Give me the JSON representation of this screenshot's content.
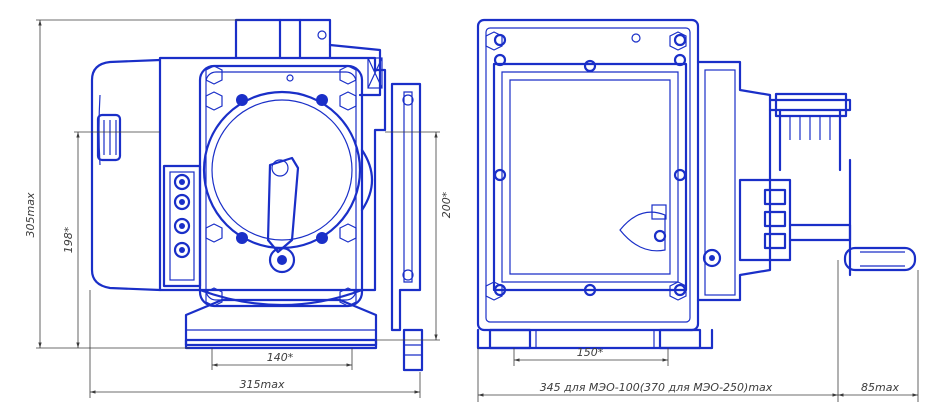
{
  "colors": {
    "line": "#1a2fc8",
    "dimension": "#3c3c3c",
    "background": "#ffffff"
  },
  "dimensions": {
    "height_max": "305max",
    "height_198": "198*",
    "height_200": "200*",
    "base_140": "140*",
    "width_315": "315max",
    "base_150": "150*",
    "width_345_370": "345 для МЭО-100(370 для МЭО-250)max",
    "handwheel_85": "85max"
  },
  "views": [
    "front-view",
    "side-view"
  ]
}
